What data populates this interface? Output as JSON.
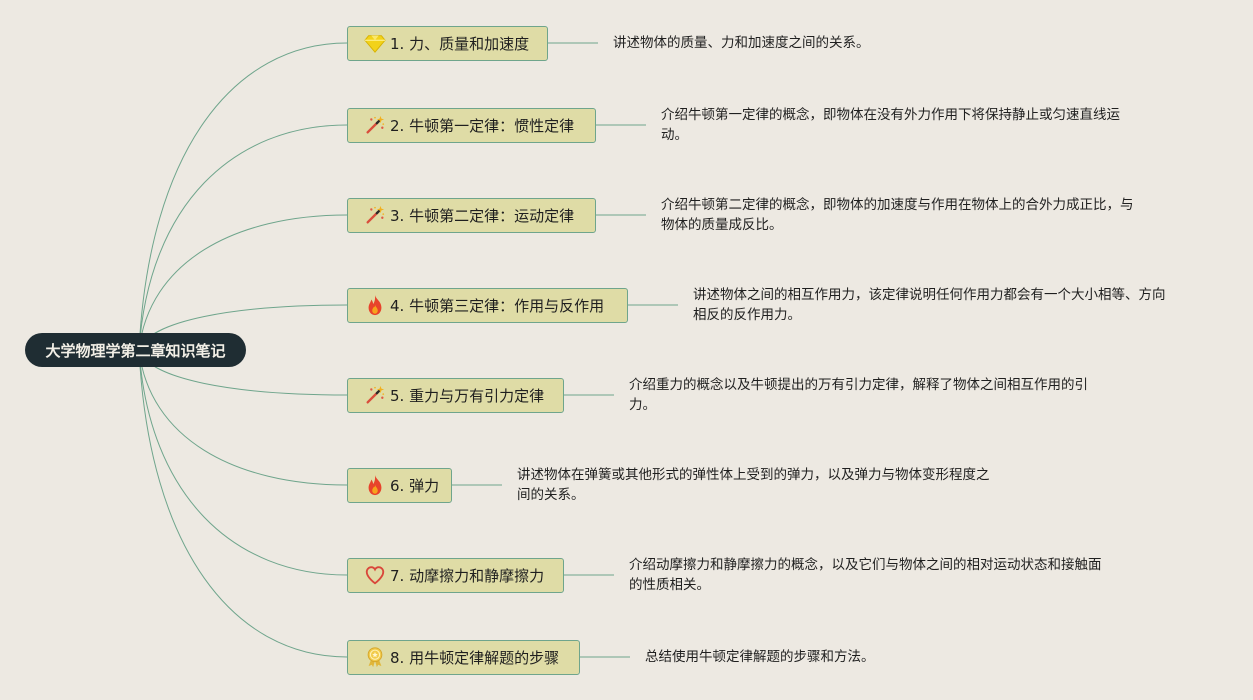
{
  "mindmap": {
    "root": "大学物理学第二章知识笔记",
    "colors": {
      "background": "#ede9e2",
      "root_fill": "#1f2d33",
      "node_fill": "#dfdca6",
      "node_border": "#6fa58c",
      "connector": "#6fa58c"
    },
    "topics": [
      {
        "icon": "diamond-icon",
        "label": "1. 力、质量和加速度",
        "desc": [
          "讲述物体的质量、力和加速度之间的关系。"
        ]
      },
      {
        "icon": "magic-wand-icon",
        "label": "2. 牛顿第一定律：惯性定律",
        "desc": [
          "介绍牛顿第一定律的概念，即物体在没有外力作用下将保持静止或匀速直线运",
          "动。"
        ]
      },
      {
        "icon": "magic-wand-icon",
        "label": "3. 牛顿第二定律：运动定律",
        "desc": [
          "介绍牛顿第二定律的概念，即物体的加速度与作用在物体上的合外力成正比，与",
          "物体的质量成反比。"
        ]
      },
      {
        "icon": "fire-icon",
        "label": "4. 牛顿第三定律：作用与反作用",
        "desc": [
          "讲述物体之间的相互作用力，该定律说明任何作用力都会有一个大小相等、方向",
          "相反的反作用力。"
        ]
      },
      {
        "icon": "magic-wand-icon",
        "label": "5. 重力与万有引力定律",
        "desc": [
          "介绍重力的概念以及牛顿提出的万有引力定律，解释了物体之间相互作用的引",
          "力。"
        ]
      },
      {
        "icon": "fire-icon",
        "label": "6. 弹力",
        "desc": [
          "讲述物体在弹簧或其他形式的弹性体上受到的弹力，以及弹力与物体变形程度之",
          "间的关系。"
        ]
      },
      {
        "icon": "heart-icon",
        "label": "7. 动摩擦力和静摩擦力",
        "desc": [
          "介绍动摩擦力和静摩擦力的概念，以及它们与物体之间的相对运动状态和接触面",
          "的性质相关。"
        ]
      },
      {
        "icon": "medal-icon",
        "label": "8. 用牛顿定律解题的步骤",
        "desc": [
          "总结使用牛顿定律解题的步骤和方法。"
        ]
      }
    ]
  }
}
